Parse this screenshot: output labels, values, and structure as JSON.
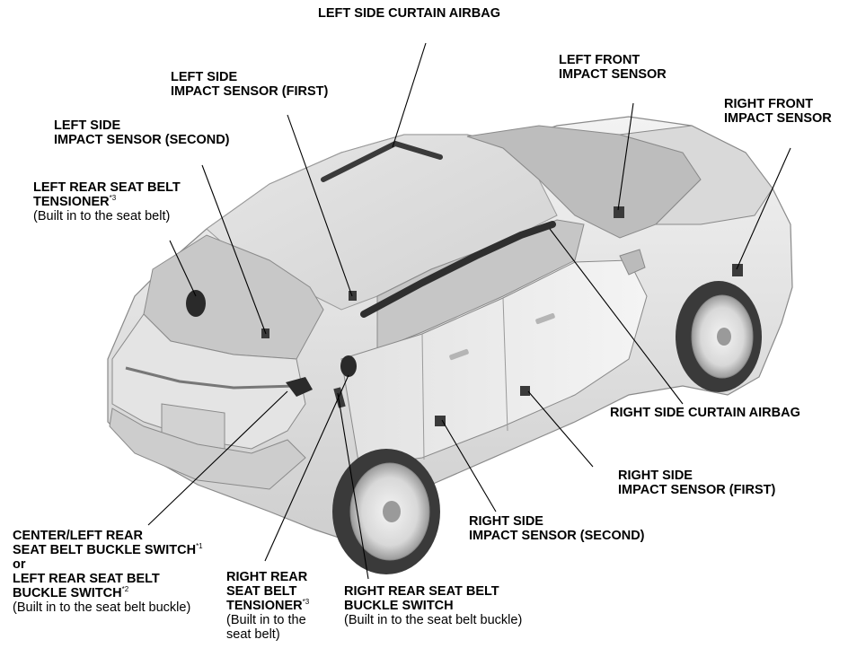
{
  "labels": {
    "left_curtain": {
      "line1": "LEFT SIDE CURTAIN AIRBAG"
    },
    "left_side_first": {
      "line1": "LEFT SIDE",
      "line2": "IMPACT SENSOR (FIRST)"
    },
    "left_side_second": {
      "line1": "LEFT SIDE",
      "line2": "IMPACT SENSOR (SECOND)"
    },
    "left_rear_tensioner": {
      "line1": "LEFT REAR SEAT BELT",
      "line2": "TENSIONER",
      "sup": "*3",
      "note": "(Built in to the seat belt)"
    },
    "left_front": {
      "line1": "LEFT FRONT",
      "line2": "IMPACT SENSOR"
    },
    "right_front": {
      "line1": "RIGHT FRONT",
      "line2": "IMPACT SENSOR"
    },
    "right_curtain": {
      "line1": "RIGHT SIDE CURTAIN AIRBAG"
    },
    "right_side_first": {
      "line1": "RIGHT SIDE",
      "line2": "IMPACT SENSOR (FIRST)"
    },
    "right_side_second": {
      "line1": "RIGHT SIDE",
      "line2": "IMPACT SENSOR (SECOND)"
    },
    "center_buckle": {
      "line1": "CENTER/LEFT REAR",
      "line2": "SEAT BELT BUCKLE SWITCH",
      "sup1": "*1",
      "line3": "or",
      "line4": "LEFT REAR SEAT BELT",
      "line5": "BUCKLE SWITCH",
      "sup2": "*2",
      "note": "(Built in to the seat belt buckle)"
    },
    "right_rear_tensioner": {
      "line1": "RIGHT REAR",
      "line2": "SEAT BELT",
      "line3": "TENSIONER",
      "sup": "*3",
      "note1": "(Built in to the",
      "note2": "seat belt)"
    },
    "right_rear_buckle": {
      "line1": "RIGHT REAR SEAT BELT",
      "line2": "BUCKLE SWITCH",
      "note": "(Built in to the seat belt buckle)"
    }
  },
  "colors": {
    "ink": "#000000",
    "body_light": "#eeeeee",
    "body_mid": "#d6d6d6",
    "body_dark": "#a8a8a8",
    "glass": "#c4c4c4",
    "component": "#2a2a2a"
  }
}
